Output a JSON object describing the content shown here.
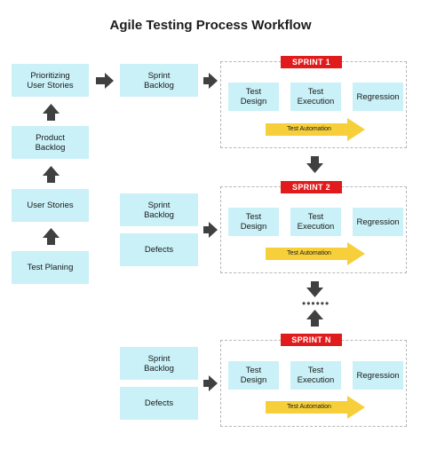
{
  "title": "Agile Testing Process Workflow",
  "left_column": [
    {
      "label": "Prioritizing\nUser Stories"
    },
    {
      "label": "Product\nBacklog"
    },
    {
      "label": "User Stories"
    },
    {
      "label": "Test Planing"
    }
  ],
  "middle_column": {
    "sprint1": [
      "Sprint\nBacklog"
    ],
    "sprint2": [
      "Sprint\nBacklog",
      "Defects"
    ],
    "sprintN": [
      "Sprint\nBacklog",
      "Defects"
    ]
  },
  "sprints": [
    {
      "name": "SPRINT 1",
      "tasks": [
        "Test\nDesign",
        "Test\nExecution",
        "Regression"
      ],
      "automation": "Test Automation"
    },
    {
      "name": "SPRINT 2",
      "tasks": [
        "Test\nDesign",
        "Test\nExecution",
        "Regression"
      ],
      "automation": "Test Automation"
    },
    {
      "name": "SPRINT N",
      "tasks": [
        "Test\nDesign",
        "Test\nExecution",
        "Regression"
      ],
      "automation": "Test Automation"
    }
  ],
  "ellipsis": "••••••",
  "colors": {
    "box_fill": "#c9f1f7",
    "badge": "#e11b1b",
    "automation_arrow": "#f6cf3a",
    "connector_arrow": "#404040"
  }
}
